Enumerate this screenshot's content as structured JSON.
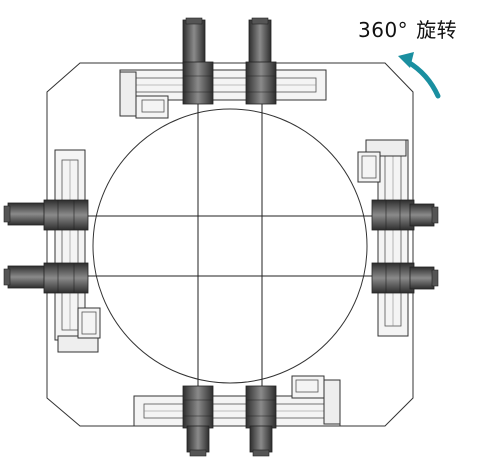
{
  "annotation": {
    "rotation_angle": "360°",
    "rotation_text": "旋转",
    "arrow_color": "#1a8fa0"
  },
  "colors": {
    "line": "#333333",
    "actuator_dark": "#4a4a4a",
    "actuator_mid": "#6e6e6e",
    "rail_fill": "#f2f2f2"
  },
  "modules": [
    "top",
    "bottom",
    "left",
    "right"
  ]
}
